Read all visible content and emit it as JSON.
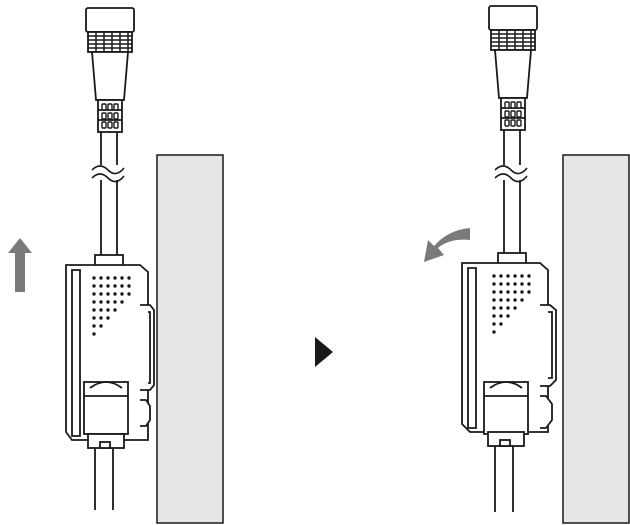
{
  "diagram": {
    "step_count": 2,
    "panels": [
      {
        "id": "step-1",
        "action": "slide-up",
        "action_icon": "arrow-up-icon"
      },
      {
        "id": "step-2",
        "action": "tilt-off",
        "action_icon": "curved-arrow-left-icon"
      }
    ],
    "transition_icon": "play-triangle-icon"
  },
  "colors": {
    "stroke": "#1a1a1a",
    "wall": "#e6e6e6",
    "arrow": "#7a7a7a",
    "background": "#ffffff",
    "dots": "#1a1a1a"
  }
}
